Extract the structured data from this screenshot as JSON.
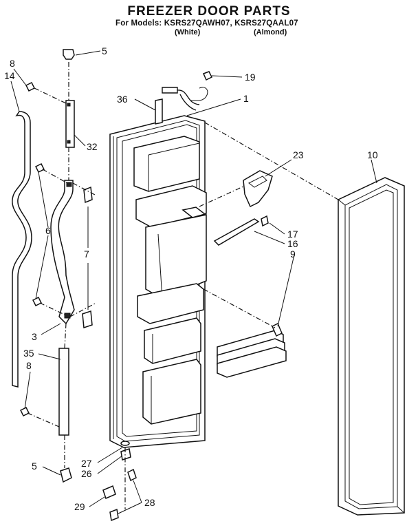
{
  "header": {
    "title": "FREEZER DOOR PARTS",
    "subtitle": "For Models: KSRS27QAWH07, KSRS27QAAL07",
    "variant_white": "(White)",
    "variant_almond": "(Almond)"
  },
  "callouts": {
    "c5a": "5",
    "c8a": "8",
    "c14": "14",
    "c32": "32",
    "c6": "6",
    "c7": "7",
    "c3": "3",
    "c35": "35",
    "c8b": "8",
    "c5b": "5",
    "c36": "36",
    "c19": "19",
    "c1": "1",
    "c23": "23",
    "c10": "10",
    "c17": "17",
    "c16": "16",
    "c9": "9",
    "c27": "27",
    "c26": "26",
    "c28": "28",
    "c29": "29"
  }
}
